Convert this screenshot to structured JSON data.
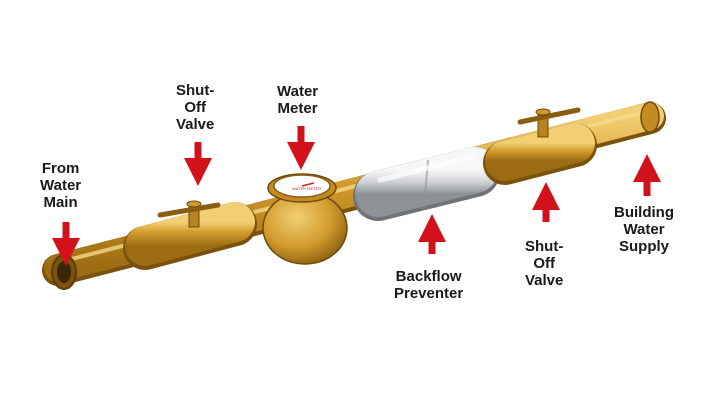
{
  "labels": {
    "from_water_main": [
      "From",
      "Water",
      "Main"
    ],
    "shutoff_left": [
      "Shut-",
      "Off",
      "Valve"
    ],
    "water_meter": [
      "Water",
      "Meter"
    ],
    "backflow": [
      "Backflow",
      "Preventer"
    ],
    "shutoff_right": [
      "Shut-",
      "Off",
      "Valve"
    ],
    "building_supply": [
      "Building",
      "Water",
      "Supply"
    ]
  },
  "meter_face_text": "WATER METER",
  "colors": {
    "pipe": "#d29a2c",
    "pipe_dark": "#9c6c12",
    "pipe_light": "#f2cf73",
    "arrow": "#d3111b",
    "backflow": "#cfd2d5"
  }
}
